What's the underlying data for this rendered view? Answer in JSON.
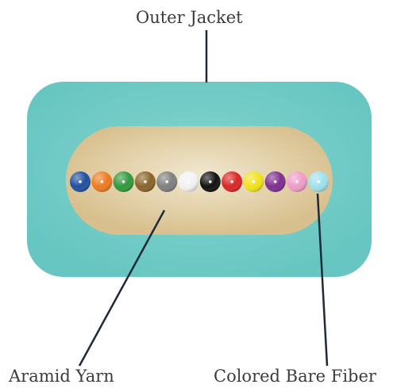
{
  "labels": {
    "outer_jacket": "Outer Jacket",
    "aramid_yarn": "Aramid Yarn",
    "colored_bare_fiber": "Colored Bare Fiber"
  },
  "colors": {
    "jacket": "#67c6c1",
    "jacket_highlight": "#84d3ce",
    "aramid": "#d8c08e",
    "aramid_highlight": "#f1e8cf",
    "leader_line": "#1d2a3a",
    "label_text": "#3c3c3c"
  },
  "fibers": [
    {
      "name": "blue",
      "color": "#1f4fa0"
    },
    {
      "name": "orange",
      "color": "#ec7a1e"
    },
    {
      "name": "green",
      "color": "#2f9a3c"
    },
    {
      "name": "brown",
      "color": "#8a6428"
    },
    {
      "name": "slate",
      "color": "#7f7f7f"
    },
    {
      "name": "white",
      "color": "#f2f2f2"
    },
    {
      "name": "black",
      "color": "#111111"
    },
    {
      "name": "red",
      "color": "#d92624"
    },
    {
      "name": "yellow",
      "color": "#f2e21a"
    },
    {
      "name": "violet",
      "color": "#7d2f8e"
    },
    {
      "name": "rose",
      "color": "#f09bc8"
    },
    {
      "name": "aqua",
      "color": "#9fe2ec"
    }
  ]
}
